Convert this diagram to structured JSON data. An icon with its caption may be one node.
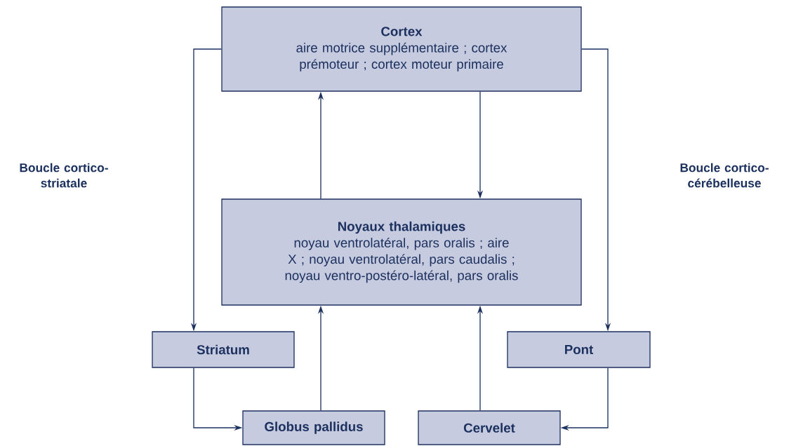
{
  "diagram": {
    "nodes": [
      {
        "text": [
          "Cortex",
          "aire motrice supplémentaire ; cortex prémoteur ; cortex moteur primaire"
        ]
      },
      {
        "text": [
          "Noyaux thalamiques",
          "noyau ventrolatéral, pars oralis ; aire X ; noyau ventrolatéral, pars caudalis ; noyau ventro-postéro-latéral, pars oralis"
        ]
      },
      {
        "text": [
          "Striatum"
        ]
      },
      {
        "text": [
          "Pont"
        ]
      },
      {
        "text": [
          "Globus pallidus"
        ]
      },
      {
        "text": [
          "Cervelet"
        ]
      }
    ],
    "edges": [
      {
        "from": 0,
        "to": 2,
        "arrow": "to"
      },
      {
        "from": 0,
        "to": 3,
        "arrow": "to"
      },
      {
        "from": 0,
        "to": 1,
        "arrow": "to"
      },
      {
        "from": 1,
        "to": 0,
        "arrow": "to"
      },
      {
        "from": 2,
        "to": 4,
        "arrow": "to"
      },
      {
        "from": 4,
        "to": 1,
        "arrow": "to"
      },
      {
        "from": 5,
        "to": 1,
        "arrow": "to"
      },
      {
        "from": 3,
        "to": 5,
        "arrow": "to"
      }
    ],
    "labels": [
      "Boucle cortico-striatale",
      "Boucle cortico-cérébelleuse"
    ]
  }
}
